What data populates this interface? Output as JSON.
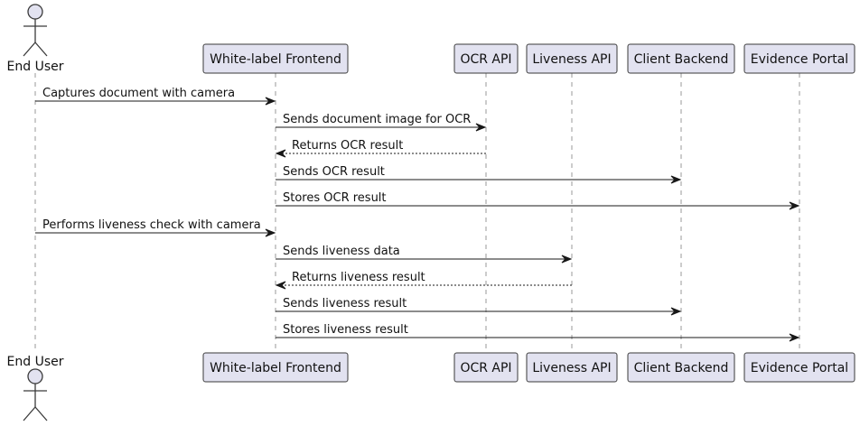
{
  "participants": [
    {
      "id": "user",
      "label": "End User",
      "kind": "actor"
    },
    {
      "id": "frontend",
      "label": "White-label Frontend",
      "kind": "participant"
    },
    {
      "id": "ocr",
      "label": "OCR API",
      "kind": "participant"
    },
    {
      "id": "liveness",
      "label": "Liveness API",
      "kind": "participant"
    },
    {
      "id": "backend",
      "label": "Client Backend",
      "kind": "participant"
    },
    {
      "id": "portal",
      "label": "Evidence Portal",
      "kind": "participant"
    }
  ],
  "messages": [
    {
      "from": "user",
      "to": "frontend",
      "label": "Captures document with camera",
      "style": "solid"
    },
    {
      "from": "frontend",
      "to": "ocr",
      "label": "Sends document image for OCR",
      "style": "solid"
    },
    {
      "from": "ocr",
      "to": "frontend",
      "label": "Returns OCR result",
      "style": "dashed"
    },
    {
      "from": "frontend",
      "to": "backend",
      "label": "Sends OCR result",
      "style": "solid"
    },
    {
      "from": "frontend",
      "to": "portal",
      "label": "Stores OCR result",
      "style": "solid"
    },
    {
      "from": "user",
      "to": "frontend",
      "label": "Performs liveness check with camera",
      "style": "solid"
    },
    {
      "from": "frontend",
      "to": "liveness",
      "label": "Sends liveness data",
      "style": "solid"
    },
    {
      "from": "liveness",
      "to": "frontend",
      "label": "Returns liveness result",
      "style": "dashed"
    },
    {
      "from": "frontend",
      "to": "backend",
      "label": "Sends liveness result",
      "style": "solid"
    },
    {
      "from": "frontend",
      "to": "portal",
      "label": "Stores liveness result",
      "style": "solid"
    }
  ]
}
